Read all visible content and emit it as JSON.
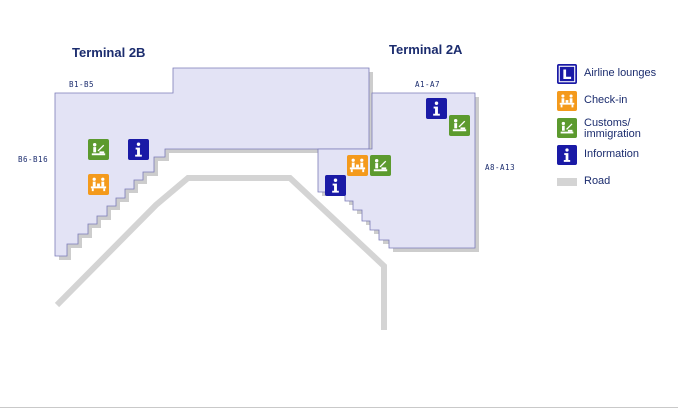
{
  "map": {
    "terminals": [
      {
        "id": "2b",
        "name": "Terminal 2B"
      },
      {
        "id": "2a",
        "name": "Terminal 2A"
      }
    ],
    "gates": [
      {
        "id": "b1",
        "label": "B1-B5"
      },
      {
        "id": "b6",
        "label": "B6-B16"
      },
      {
        "id": "a1",
        "label": "A1-A7"
      },
      {
        "id": "a8",
        "label": "A8-A13"
      }
    ],
    "colors": {
      "terminal_fill": "#e3e3f5",
      "terminal_outline": "#7b7bb8",
      "terminal_shadow": "#cdcdcd",
      "road": "#d4d4d4",
      "lounge": "#1a1aa6",
      "checkin": "#f49a1c",
      "customs": "#5c9a2e",
      "information": "#1a1aa6",
      "text": "#1b2c6e"
    }
  },
  "legend": {
    "items": [
      {
        "key": "lounge",
        "icon": "airline-lounge-icon",
        "label": "Airline lounges"
      },
      {
        "key": "checkin",
        "icon": "check-in-icon",
        "label": "Check-in"
      },
      {
        "key": "customs",
        "icon": "customs-immigration-icon",
        "label_line1": "Customs/",
        "label_line2": "immigration"
      },
      {
        "key": "info",
        "icon": "information-icon",
        "label": "Information"
      },
      {
        "key": "road",
        "icon": "road-swatch",
        "label": "Road"
      }
    ]
  }
}
